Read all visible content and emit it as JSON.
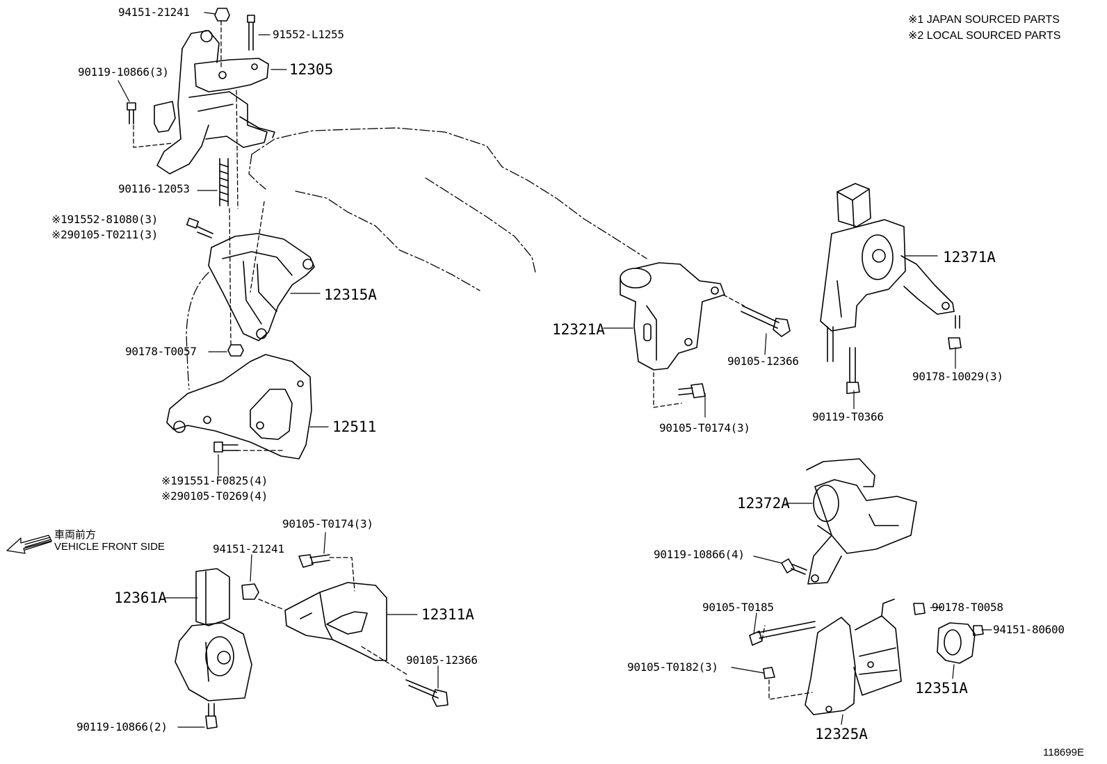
{
  "notes": {
    "note1": "※1 JAPAN SOURCED PARTS",
    "note2": "※2 LOCAL SOURCED PARTS"
  },
  "direction": {
    "jp": "車両前方",
    "en": "VEHICLE FRONT SIDE"
  },
  "figure_id": "118699E",
  "parts": {
    "p94151_21241_top": "94151-21241",
    "p91552_L1255": "91552-L1255",
    "p90119_10866_3": "90119-10866(3)",
    "p12305": "12305",
    "p90116_12053": "90116-12053",
    "p191552_81080": "※191552-81080(3)",
    "p290105_T0211": "※290105-T0211(3)",
    "p12315A": "12315A",
    "p90178_T0057": "90178-T0057",
    "p12511": "12511",
    "p191551_F0825": "※191551-F0825(4)",
    "p290105_T0269": "※290105-T0269(4)",
    "p90105_T0174_3_left": "90105-T0174(3)",
    "p94151_21241_mid": "94151-21241",
    "p12361A": "12361A",
    "p12311A": "12311A",
    "p90105_12366_left": "90105-12366",
    "p90119_10866_2": "90119-10866(2)",
    "p12321A": "12321A",
    "p90105_12366_right": "90105-12366",
    "p90105_T0174_3_right": "90105-T0174(3)",
    "p12371A": "12371A",
    "p90119_T0366": "90119-T0366",
    "p90178_10029": "90178-10029(3)",
    "p12372A": "12372A",
    "p90119_10866_4": "90119-10866(4)",
    "p90105_T0185": "90105-T0185",
    "p90178_T0058": "90178-T0058",
    "p94151_80600": "94151-80600",
    "p90105_T0182": "90105-T0182(3)",
    "p12351A": "12351A",
    "p12325A": "12325A"
  }
}
